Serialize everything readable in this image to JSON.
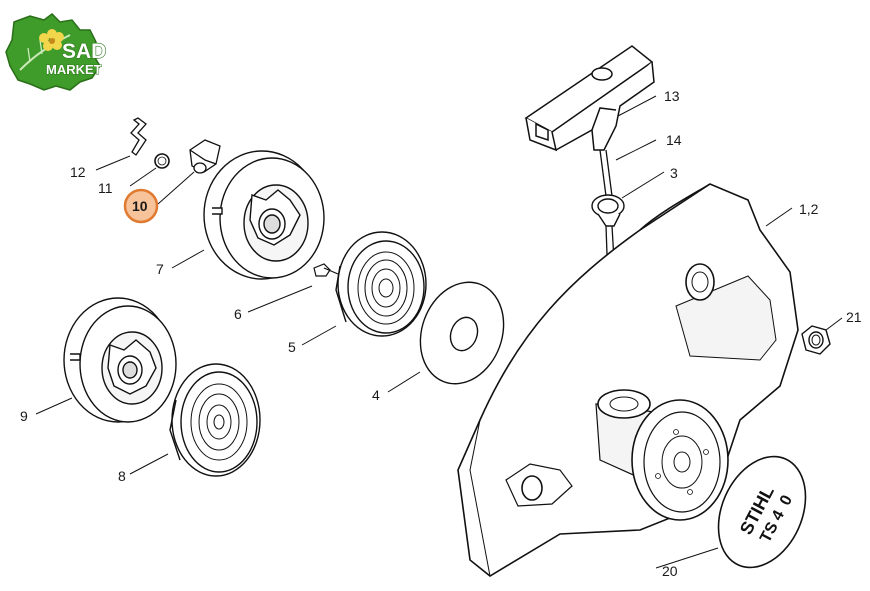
{
  "logo": {
    "line1": "SAD",
    "line2": "MARKET",
    "leaf_color": "#3f9b2a",
    "flower_color": "#f2d64b"
  },
  "highlight": {
    "part": "10",
    "fill": "#f7c39a",
    "stroke": "#e07a30"
  },
  "callouts": {
    "c1_2": "1,2",
    "c3": "3",
    "c4": "4",
    "c5": "5",
    "c6": "6",
    "c7": "7",
    "c8": "8",
    "c9": "9",
    "c10": "10",
    "c11": "11",
    "c12": "12",
    "c13": "13",
    "c14": "14",
    "c20": "20",
    "c21": "21"
  },
  "emblem": {
    "brand": "STIHL",
    "model": "TS 4",
    "model_suffix": "0"
  }
}
